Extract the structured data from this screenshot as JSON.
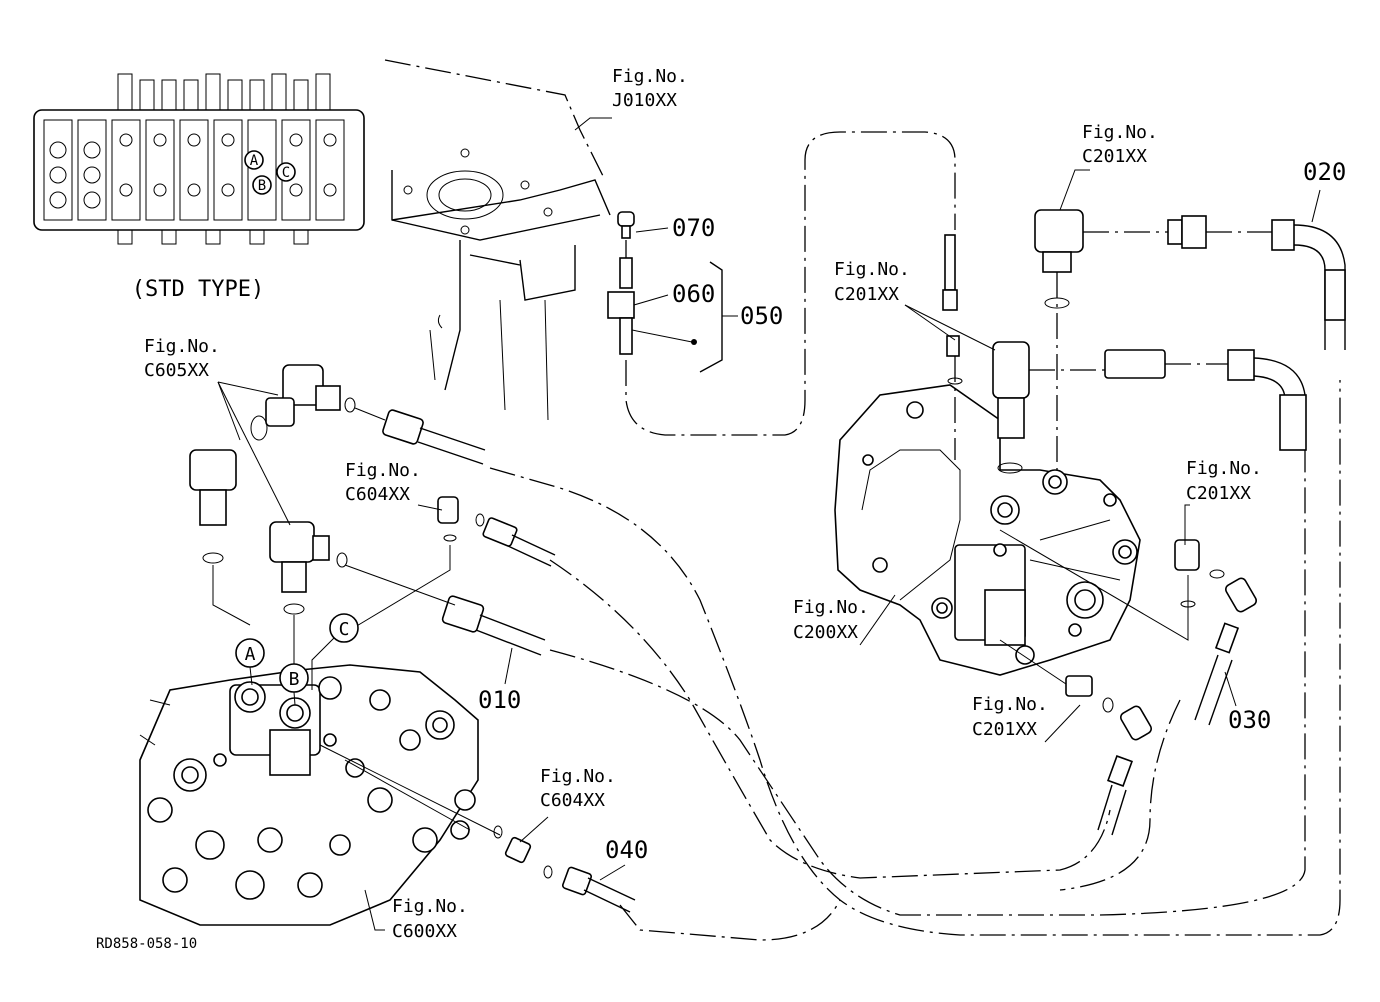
{
  "figure_refs": {
    "j010": {
      "line1": "Fig.No.",
      "line2": "J010XX"
    },
    "c201_top": {
      "line1": "Fig.No.",
      "line2": "C201XX"
    },
    "c201_mid": {
      "line1": "Fig.No.",
      "line2": "C201XX"
    },
    "c201_right": {
      "line1": "Fig.No.",
      "line2": "C201XX"
    },
    "c201_bottom": {
      "line1": "Fig.No.",
      "line2": "C201XX"
    },
    "c605": {
      "line1": "Fig.No.",
      "line2": "C605XX"
    },
    "c604_top": {
      "line1": "Fig.No.",
      "line2": "C604XX"
    },
    "c604_bottom": {
      "line1": "Fig.No.",
      "line2": "C604XX"
    },
    "c200": {
      "line1": "Fig.No.",
      "line2": "C200XX"
    },
    "c600": {
      "line1": "Fig.No.",
      "line2": "C600XX"
    }
  },
  "part_numbers": {
    "p010": "010",
    "p020": "020",
    "p030": "030",
    "p040": "040",
    "p050": "050",
    "p060": "060",
    "p070": "070"
  },
  "connection_markers": {
    "a": "A",
    "b": "B",
    "c": "C"
  },
  "inset": {
    "caption": "(STD TYPE)",
    "markers": [
      "A",
      "B",
      "C"
    ]
  },
  "drawing_code": "RD858-058-10"
}
